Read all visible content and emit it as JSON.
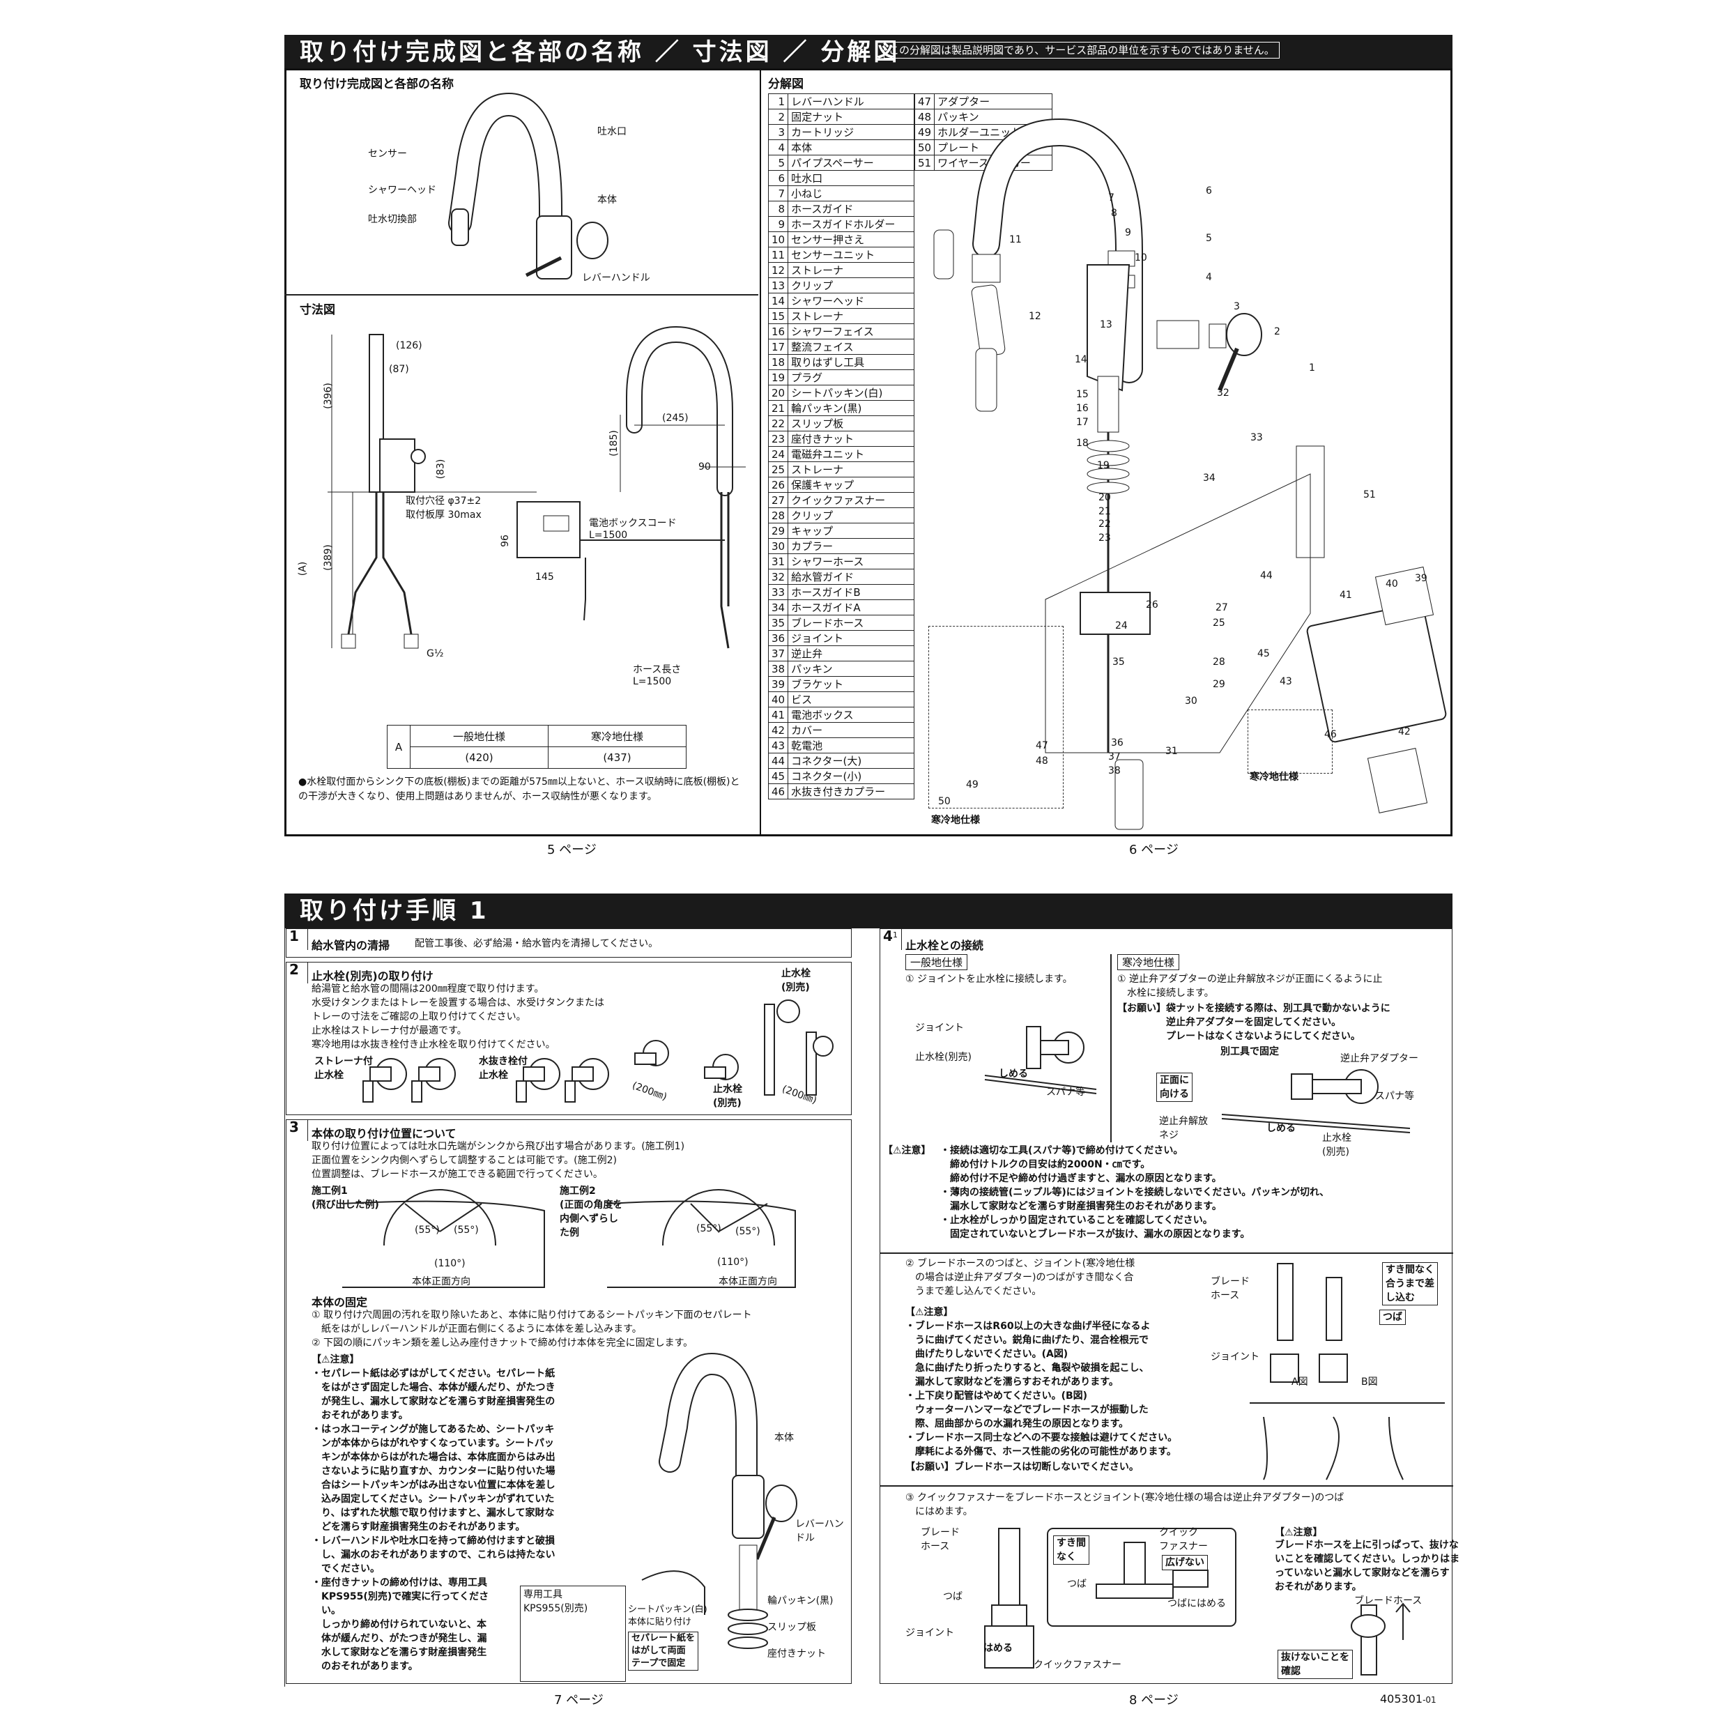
{
  "top_band": {
    "title": "取り付け完成図と各部の名称 ／ 寸法図 ／ 分解図",
    "notice": "この分解図は製品説明図であり、サービス部品の単位を示すものではありません。"
  },
  "completion": {
    "heading": "取り付け完成図と各部の名称",
    "labels": [
      "センサー",
      "吐水口",
      "シャワーヘッド",
      "本体",
      "吐水切換部",
      "レバーハンドル"
    ]
  },
  "dimensions": {
    "heading": "寸法図",
    "values": [
      "(126)",
      "(87)",
      "(396)",
      "(83)",
      "(389)",
      "(A)",
      "(185)",
      "(245)",
      "90",
      "96",
      "145"
    ],
    "hole": "取付穴径 φ37±2",
    "plate": "取付板厚 30max",
    "battery_cord": "電池ボックスコード",
    "battery_len": "L=1500",
    "hose_len_label": "ホース長さ",
    "hose_len": "L=1500",
    "thread": "G½",
    "table": {
      "row_head": "A",
      "headers": [
        "一般地仕様",
        "寒冷地仕様"
      ],
      "values": [
        "(420)",
        "(437)"
      ]
    },
    "note": "●水栓取付面からシンク下の底板(棚板)までの距離が575㎜以上ないと、ホース収納時に底板(棚板)との干渉が大きくなり、使用上問題はありませんが、ホース収納性が悪くなります。"
  },
  "exploded": {
    "heading": "分解図",
    "parts": [
      [
        "1",
        "レバーハンドル"
      ],
      [
        "2",
        "固定ナット"
      ],
      [
        "3",
        "カートリッジ"
      ],
      [
        "4",
        "本体"
      ],
      [
        "5",
        "パイプスペーサー"
      ],
      [
        "6",
        "吐水口"
      ],
      [
        "7",
        "小ねじ"
      ],
      [
        "8",
        "ホースガイド"
      ],
      [
        "9",
        "ホースガイドホルダー"
      ],
      [
        "10",
        "センサー押さえ"
      ],
      [
        "11",
        "センサーユニット"
      ],
      [
        "12",
        "ストレーナ"
      ],
      [
        "13",
        "クリップ"
      ],
      [
        "14",
        "シャワーヘッド"
      ],
      [
        "15",
        "ストレーナ"
      ],
      [
        "16",
        "シャワーフェイス"
      ],
      [
        "17",
        "整流フェイス"
      ],
      [
        "18",
        "取りはずし工具"
      ],
      [
        "19",
        "プラグ"
      ],
      [
        "20",
        "シートパッキン(白)"
      ],
      [
        "21",
        "輪パッキン(黒)"
      ],
      [
        "22",
        "スリップ板"
      ],
      [
        "23",
        "座付きナット"
      ],
      [
        "24",
        "電磁弁ユニット"
      ],
      [
        "25",
        "ストレーナ"
      ],
      [
        "26",
        "保護キャップ"
      ],
      [
        "27",
        "クイックファスナー"
      ],
      [
        "28",
        "クリップ"
      ],
      [
        "29",
        "キャップ"
      ],
      [
        "30",
        "カプラー"
      ],
      [
        "31",
        "シャワーホース"
      ],
      [
        "32",
        "給水管ガイド"
      ],
      [
        "33",
        "ホースガイドB"
      ],
      [
        "34",
        "ホースガイドA"
      ],
      [
        "35",
        "ブレードホース"
      ],
      [
        "36",
        "ジョイント"
      ],
      [
        "37",
        "逆止弁"
      ],
      [
        "38",
        "パッキン"
      ],
      [
        "39",
        "ブラケット"
      ],
      [
        "40",
        "ビス"
      ],
      [
        "41",
        "電池ボックス"
      ],
      [
        "42",
        "カバー"
      ],
      [
        "43",
        "乾電池"
      ],
      [
        "44",
        "コネクター(大)"
      ],
      [
        "45",
        "コネクター(小)"
      ],
      [
        "46",
        "水抜き付きカプラー"
      ]
    ],
    "parts2": [
      [
        "47",
        "アダプター"
      ],
      [
        "48",
        "パッキン"
      ],
      [
        "49",
        "ホルダーユニット"
      ],
      [
        "50",
        "プレート"
      ],
      [
        "51",
        "ワイヤーステッカー"
      ]
    ],
    "cold_label_1": "寒冷地仕様",
    "cold_label_2": "寒冷地仕様",
    "callouts": [
      "1",
      "2",
      "3",
      "4",
      "5",
      "6",
      "7",
      "8",
      "9",
      "10",
      "11",
      "12",
      "13",
      "14",
      "15",
      "16",
      "17",
      "18",
      "19",
      "20",
      "21",
      "22",
      "23",
      "24",
      "25",
      "26",
      "27",
      "28",
      "29",
      "30",
      "31",
      "32",
      "33",
      "34",
      "35",
      "36",
      "37",
      "38",
      "39",
      "40",
      "41",
      "42",
      "43",
      "44",
      "45",
      "46",
      "47",
      "48",
      "49",
      "50",
      "51"
    ]
  },
  "pages": {
    "p5": "5 ページ",
    "p6": "6 ページ",
    "p7": "7 ページ",
    "p8": "8 ページ",
    "doc_no": "405301",
    "doc_rev": "-01"
  },
  "bottom_band": {
    "title": "取り付け手順 1"
  },
  "step1": {
    "num": "1",
    "title": "給水管内の清掃",
    "text": "配管工事後、必ず給湯・給水管内を清掃してください。"
  },
  "step2": {
    "num": "2",
    "title": "止水栓(別売)の取り付け",
    "lines": [
      "給湯管と給水管の間隔は200㎜程度で取り付けます。",
      "水受けタンクまたはトレーを設置する場合は、水受けタンクまたは",
      "トレーの寸法をご確認の上取り付けてください。",
      "止水栓はストレーナ付が最適です。",
      "寒冷地用は水抜き栓付き止水栓を取り付けてください。"
    ],
    "label_strainer": "ストレーナ付\n止水栓",
    "label_drain": "水抜き栓付\n止水栓",
    "label_valve1": "止水栓\n(別売)",
    "label_valve2": "止水栓\n(別売)",
    "dim1": "(200㎜)",
    "dim2": "(200㎜)"
  },
  "step3": {
    "num": "3",
    "title": "本体の取り付け位置について",
    "lines": [
      "取り付け位置によっては吐水口先端がシンクから飛び出す場合があります。(施工例1)",
      "正面位置をシンク内側へずらして調整することは可能です。(施工例2)",
      "位置調整は、ブレードホースが施工できる範囲で行ってください。"
    ],
    "ex1": "施工例1\n(飛び出した例)",
    "ex2": "施工例2\n(正面の角度を\n内側へずらし\nた例",
    "angles": [
      "(55°)",
      "(55°)",
      "(110°)"
    ],
    "front": "本体正面方向",
    "fix_title": "本体の固定",
    "fix_lines": [
      "① 取り付け穴周囲の汚れを取り除いたあと、本体に貼り付けてあるシートパッキン下面のセパレート",
      "　紙をはがしレバーハンドルが正面右側にくるように本体を差し込みます。",
      "② 下図の順にパッキン類を差し込み座付きナットで締め付け本体を完全に固定します。"
    ],
    "caution_title": "【⚠注意】",
    "cautions": [
      "・セパレート紙は必ずはがしてください。セパレート紙",
      "　をはがさず固定した場合、本体が緩んだり、がたつき",
      "　が発生し、漏水して家財などを濡らす財産損害発生の",
      "　おそれがあります。",
      "・はっ水コーティングが施してあるため、シートパッキ",
      "　ンが本体からはがれやすくなっています。シートパッ",
      "　キンが本体からはがれた場合は、本体底面からはみ出",
      "　さないように貼り直すか、カウンターに貼り付いた場",
      "　合はシートパッキンがはみ出さない位置に本体を差し",
      "　込み固定してください。シートパッキンがずれていた",
      "　り、はずれた状態で取り付けますと、漏水して家財な",
      "　どを濡らす財産損害発生のおそれがあります。",
      "・レバーハンドルや吐水口を持って締め付けますと破損",
      "　し、漏水のおそれがありますので、これらは持たない",
      "　でください。",
      "・座付きナットの締め付けは、専用工具",
      "　KPS955(別売)で確実に行ってくださ",
      "　い。",
      "　しっかり締め付けられていないと、本",
      "　体が緩んだり、がたつきが発生し、漏",
      "　水して家財などを濡らす財産損害発生",
      "　のおそれがあります。"
    ],
    "tool_label": "専用工具\nKPS955(別売)",
    "labels": [
      "本体",
      "レバーハンドル",
      "輪パッキン(黒)",
      "スリップ板",
      "座付きナット"
    ],
    "seat_label": "シートパッキン(白)\n本体に貼り付け",
    "sep_label": "セパレート紙を\nはがして両面\nテープで固定"
  },
  "step4": {
    "num": "4",
    "sup": "1",
    "title": "止水栓との接続",
    "general": "一般地仕様",
    "cold": "寒冷地仕様",
    "g1": "① ジョイントを止水栓に接続します。",
    "c1": [
      "① 逆止弁アダプターの逆止弁解放ネジが正面にくるように止",
      "　水栓に接続します。"
    ],
    "request1": [
      "【お願い】袋ナットを接続する際は、別工具で動かないように",
      "　　　　　逆止弁アダプターを固定してください。",
      "　　　　　プレートはなくさないようにしてください。"
    ],
    "fig_labels_g": [
      "ジョイント",
      "止水栓(別売)",
      "しめる",
      "スパナ等"
    ],
    "fig_labels_c": [
      "別工具で固定",
      "逆止弁アダプター",
      "正面に\n向ける",
      "スパナ等",
      "逆止弁解放\nネジ",
      "しめる",
      "止水栓\n(別売)"
    ],
    "caution1_title": "【⚠注意】",
    "caution1": [
      "・接続は適切な工具(スパナ等)で締め付けてください。",
      "　締め付けトルクの目安は約2000N・㎝です。",
      "　締め付け不足や締め付け過ぎますと、漏水の原因となります。",
      "・薄肉の接続管(ニップル等)にはジョイントを接続しないでください。パッキンが切れ、",
      "　漏水して家財などを濡らす財産損害発生のおそれがあります。",
      "・止水栓がしっかり固定されていることを確認してください。",
      "　固定されていないとブレードホースが抜け、漏水の原因となります。"
    ],
    "s2": [
      "② ブレードホースのつばと、ジョイント(寒冷地仕様",
      "　の場合は逆止弁アダプター)のつばがすき間なく合",
      "　うまで差し込んでください。"
    ],
    "caution2_title": "【⚠注意】",
    "caution2": [
      "・ブレードホースはR60以上の大きな曲げ半径になるよ",
      "　うに曲げてください。鋭角に曲げたり、混合栓根元で",
      "　曲げたりしないでください。(A図)",
      "　急に曲げたり折ったりすると、亀裂や破損を起こし、",
      "　漏水して家財などを濡らすおそれがあります。",
      "・上下戻り配管はやめてください。(B図)",
      "　ウォーターハンマーなどでブレードホースが振動した",
      "　際、屈曲部からの水漏れ発生の原因となります。",
      "・ブレードホース同士などへの不要な接触は避けてください。",
      "　摩耗による外傷で、ホース性能の劣化の可能性があります。"
    ],
    "request2": "【お願い】ブレードホースは切断しないでください。",
    "fig2_labels": [
      "ブレード\nホース",
      "ジョイント",
      "すき間なく\n合うまで差\nし込む",
      "つば",
      "A図",
      "B図"
    ],
    "s3": [
      "③ クイックファスナーをブレードホースとジョイント(寒冷地仕様の場合は逆止弁アダプター)のつば",
      "　にはめます。"
    ],
    "fig3_labels": [
      "ブレード\nホース",
      "すき間\nなく",
      "クイック\nファスナー",
      "広げない",
      "つば",
      "つば",
      "つばにはめる",
      "ジョイント",
      "はめる",
      "クイックファスナー"
    ],
    "caution3_title": "【⚠注意】",
    "caution3": [
      "ブレードホースを上に引っぱって、抜けな",
      "いことを確認してください。しっかりはま",
      "っていないと漏水して家財などを濡らす",
      "おそれがあります。"
    ],
    "fig4_labels": [
      "ブレードホース",
      "抜けないことを\n確認"
    ]
  }
}
